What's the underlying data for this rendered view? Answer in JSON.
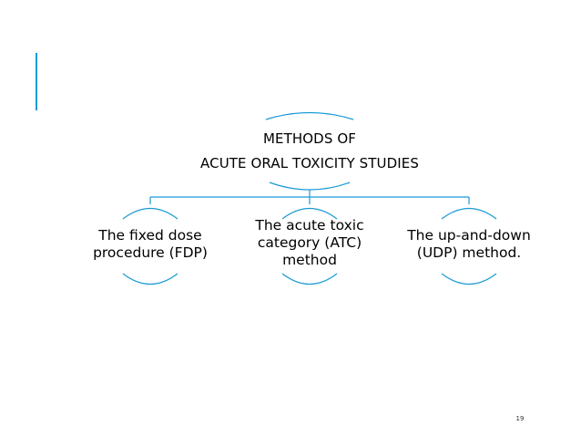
{
  "diagram": {
    "root": {
      "line1": "METHODS OF",
      "line2": "ACUTE ORAL TOXICITY STUDIES"
    },
    "children": [
      {
        "label": "The fixed dose\nprocedure (FDP)"
      },
      {
        "label": "The acute toxic\ncategory (ATC)\nmethod"
      },
      {
        "label": "The up-and-down\n(UDP) method."
      }
    ]
  },
  "page_number": "19",
  "colors": {
    "accent": "#1a9ad6",
    "connector": "#1a9ad6",
    "text": "#000000"
  }
}
